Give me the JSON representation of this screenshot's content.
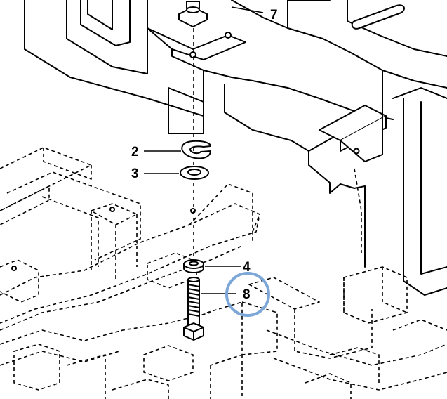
{
  "diagram": {
    "callouts": [
      {
        "id": "c7",
        "label": "7"
      },
      {
        "id": "c2",
        "label": "2"
      },
      {
        "id": "c3",
        "label": "3"
      },
      {
        "id": "c4",
        "label": "4"
      },
      {
        "id": "c8",
        "label": "8"
      }
    ],
    "highlight": {
      "target": "8",
      "color": "#7da7d6"
    },
    "icons": {
      "callout_marker": "circle-highlight-icon"
    }
  }
}
